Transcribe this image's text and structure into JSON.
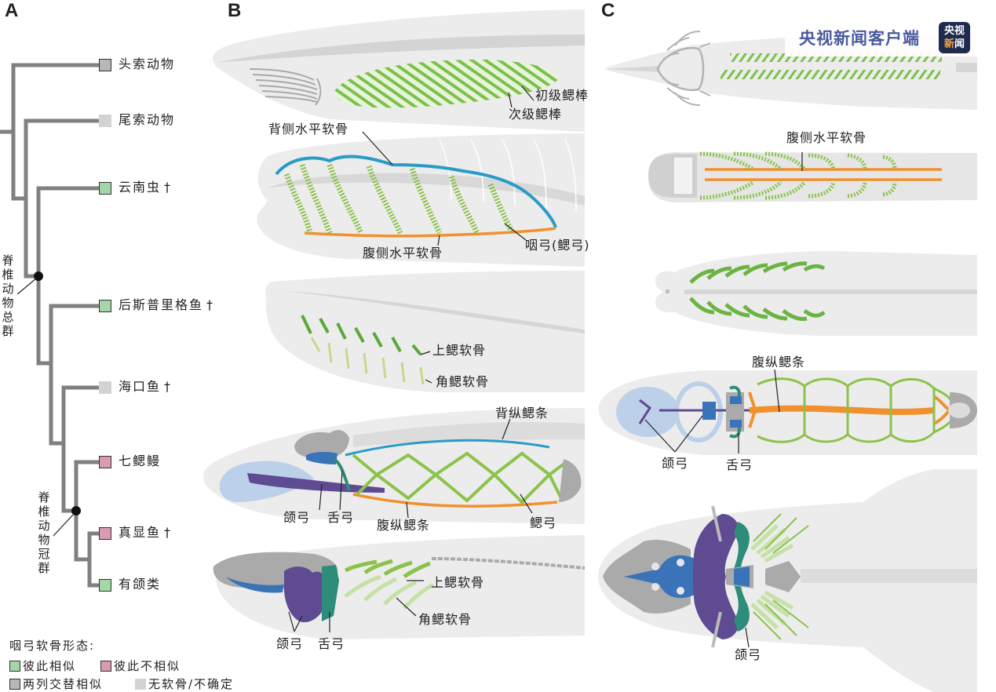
{
  "panels": {
    "a": "A",
    "b": "B",
    "c": "C"
  },
  "colors": {
    "branch": "#808080",
    "similar": "#a5d6a7",
    "dissimilar": "#d99ab3",
    "alternating": "#b7b7b9",
    "none": "#d3d3d3",
    "gill_green": "#8bc34a",
    "gill_dark_green": "#5aa83a",
    "gill_light_green": "#c5e1a5",
    "dorsal_blue": "#2a9bc6",
    "ventral_orange": "#f0912e",
    "jaw_purple": "#5e4b92",
    "hyoid_teal": "#2e8c7a",
    "cranial_blue": "#3a73b8",
    "pale_blue": "#bcd0ea",
    "body_gray": "#ececec",
    "skull_gray": "#aaaaaa"
  },
  "tree": {
    "taxa": [
      {
        "name": "头索动物",
        "extinct": false,
        "state": "alternating"
      },
      {
        "name": "尾索动物",
        "extinct": false,
        "state": "none"
      },
      {
        "name": "云南虫",
        "extinct": true,
        "state": "similar"
      },
      {
        "name": "后斯普里格鱼",
        "extinct": true,
        "state": "similar"
      },
      {
        "name": "海口鱼",
        "extinct": true,
        "state": "none"
      },
      {
        "name": "七鳃鳗",
        "extinct": false,
        "state": "dissimilar"
      },
      {
        "name": "真显鱼",
        "extinct": true,
        "state": "dissimilar"
      },
      {
        "name": "有颌类",
        "extinct": false,
        "state": "similar"
      }
    ],
    "dagger": "†",
    "node_labels": {
      "total_group": "脊椎动物总群",
      "crown_group": "脊椎动物冠群"
    }
  },
  "legend": {
    "title": "咽弓软骨形态:",
    "items": [
      {
        "label": "彼此相似",
        "state": "similar"
      },
      {
        "label": "彼此不相似",
        "state": "dissimilar"
      },
      {
        "label": "两列交替相似",
        "state": "alternating"
      },
      {
        "label": "无软骨/不确定",
        "state": "none"
      }
    ]
  },
  "panel_b": {
    "amphioxus": {
      "primary_bar": "初级鳃棒",
      "secondary_bar": "次级鳃棒"
    },
    "yunnanozoon": {
      "dorsal": "背侧水平软骨",
      "ventral": "腹侧水平软骨",
      "arch": "咽弓(鳃弓)"
    },
    "haikouichthys": {
      "epibranchial": "上鳃软骨",
      "ceratobranchial": "角鳃软骨"
    },
    "lamprey": {
      "dorsal_bar": "背纵鳃条",
      "mandibular": "颌弓",
      "hyoid": "舌弓",
      "ventral_bar": "腹纵鳃条",
      "gill_arch": "鳃弓"
    },
    "gnathostome": {
      "epibranchial": "上鳃软骨",
      "ceratobranchial": "角鳃软骨",
      "mandibular": "颌弓",
      "hyoid": "舌弓"
    }
  },
  "panel_c": {
    "yunnanozoon": {
      "ventral": "腹侧水平软骨"
    },
    "lamprey": {
      "ventral_bar": "腹纵鳃条",
      "mandibular": "颌弓",
      "hyoid": "舌弓"
    },
    "gnathostome": {
      "mandibular": "颌弓"
    }
  },
  "watermark": {
    "text": "央视新闻客户端",
    "logo_top": "央视",
    "logo_bottom_orange": "新",
    "logo_bottom": "闻"
  }
}
